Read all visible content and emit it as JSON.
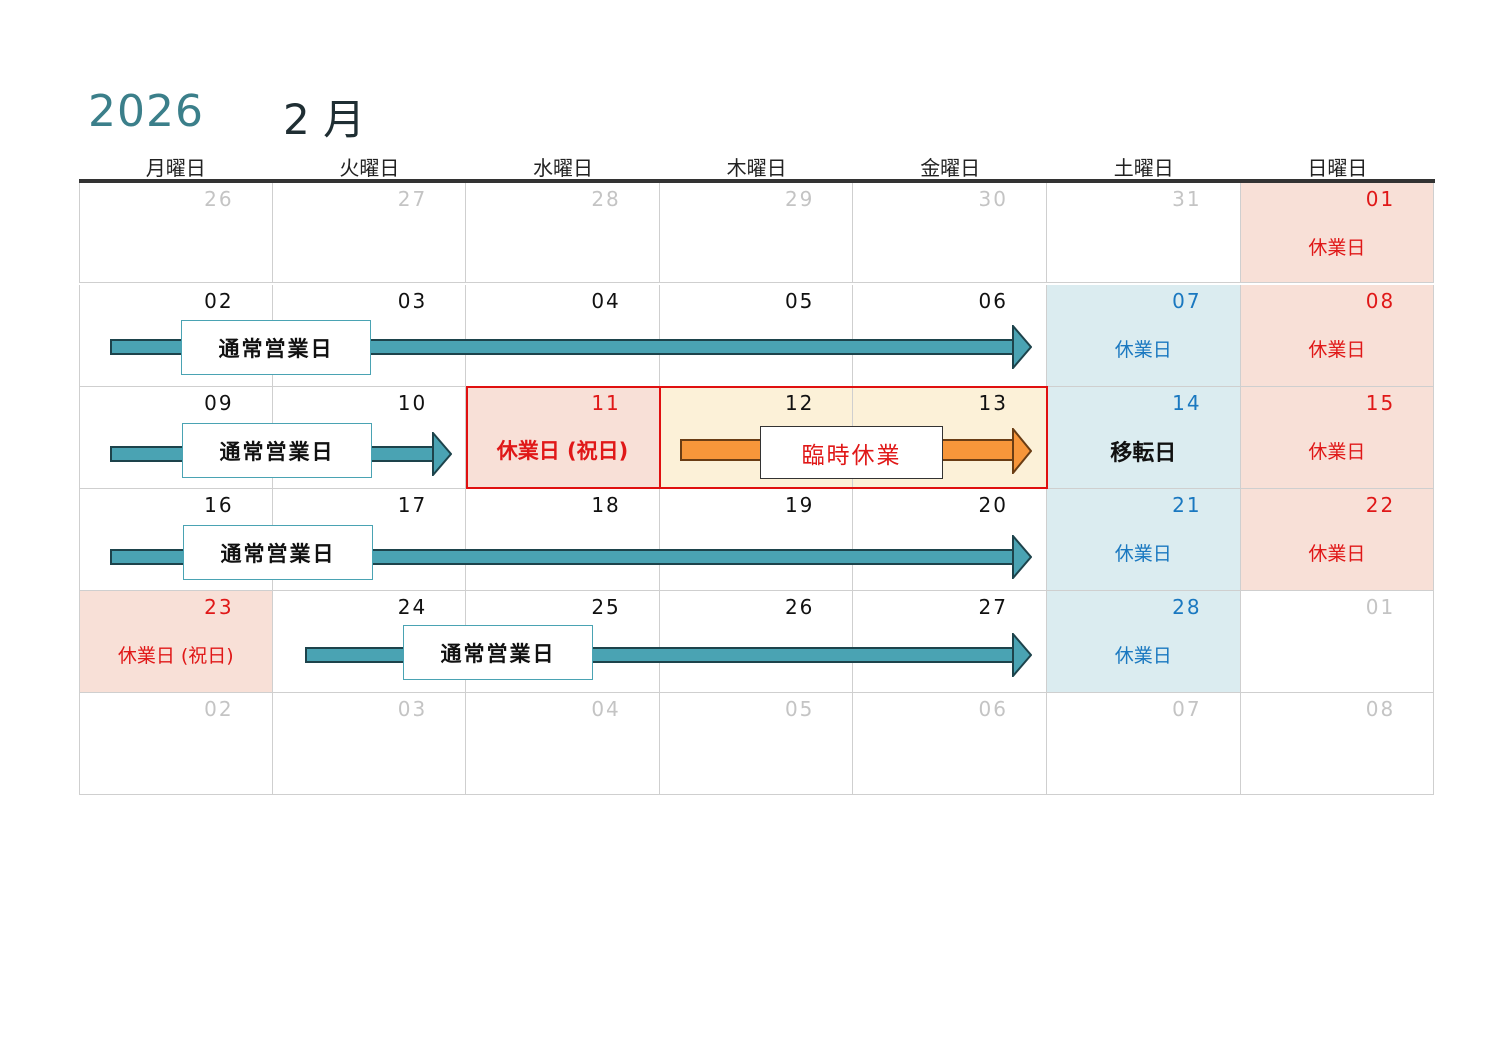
{
  "header": {
    "year": "2026",
    "month": "2 月"
  },
  "weekdays": [
    "月曜日",
    "火曜日",
    "水曜日",
    "木曜日",
    "金曜日",
    "土曜日",
    "日曜日"
  ],
  "weeks": [
    [
      {
        "day": "26",
        "type": "other"
      },
      {
        "day": "27",
        "type": "other"
      },
      {
        "day": "28",
        "type": "other"
      },
      {
        "day": "29",
        "type": "other"
      },
      {
        "day": "30",
        "type": "other"
      },
      {
        "day": "31",
        "type": "other"
      },
      {
        "day": "01",
        "type": "hol",
        "label": "休業日"
      }
    ],
    [
      {
        "day": "02",
        "type": "normal"
      },
      {
        "day": "03",
        "type": "normal"
      },
      {
        "day": "04",
        "type": "normal"
      },
      {
        "day": "05",
        "type": "normal"
      },
      {
        "day": "06",
        "type": "normal"
      },
      {
        "day": "07",
        "type": "sat",
        "label": "休業日"
      },
      {
        "day": "08",
        "type": "hol",
        "label": "休業日"
      }
    ],
    [
      {
        "day": "09",
        "type": "normal"
      },
      {
        "day": "10",
        "type": "normal"
      },
      {
        "day": "11",
        "type": "hol",
        "label": "休業日 (祝日)",
        "style": "boldred"
      },
      {
        "day": "12",
        "type": "temp"
      },
      {
        "day": "13",
        "type": "temp"
      },
      {
        "day": "14",
        "type": "sat",
        "label": "移転日",
        "style": "bold"
      },
      {
        "day": "15",
        "type": "hol",
        "label": "休業日"
      }
    ],
    [
      {
        "day": "16",
        "type": "normal"
      },
      {
        "day": "17",
        "type": "normal"
      },
      {
        "day": "18",
        "type": "normal"
      },
      {
        "day": "19",
        "type": "normal"
      },
      {
        "day": "20",
        "type": "normal"
      },
      {
        "day": "21",
        "type": "sat",
        "label": "休業日"
      },
      {
        "day": "22",
        "type": "hol",
        "label": "休業日"
      }
    ],
    [
      {
        "day": "23",
        "type": "hol",
        "label": "休業日 (祝日)"
      },
      {
        "day": "24",
        "type": "normal"
      },
      {
        "day": "25",
        "type": "normal"
      },
      {
        "day": "26",
        "type": "normal"
      },
      {
        "day": "27",
        "type": "normal"
      },
      {
        "day": "28",
        "type": "sat",
        "label": "休業日"
      },
      {
        "day": "01",
        "type": "other"
      }
    ],
    [
      {
        "day": "02",
        "type": "other"
      },
      {
        "day": "03",
        "type": "other"
      },
      {
        "day": "04",
        "type": "other"
      },
      {
        "day": "05",
        "type": "other"
      },
      {
        "day": "06",
        "type": "other"
      },
      {
        "day": "07",
        "type": "other"
      },
      {
        "day": "08",
        "type": "other"
      }
    ]
  ],
  "arrows": [
    {
      "label": "通常営業日",
      "kind": "normal"
    },
    {
      "label": "通常営業日",
      "kind": "normal"
    },
    {
      "label": "臨時休業",
      "kind": "temporary-closure"
    },
    {
      "label": "通常営業日",
      "kind": "normal"
    },
    {
      "label": "通常営業日",
      "kind": "normal"
    }
  ],
  "colors": {
    "teal": "#4aa3b3",
    "orange": "#f7963a",
    "holiday": "#e01818",
    "saturday": "#1a78c0"
  }
}
